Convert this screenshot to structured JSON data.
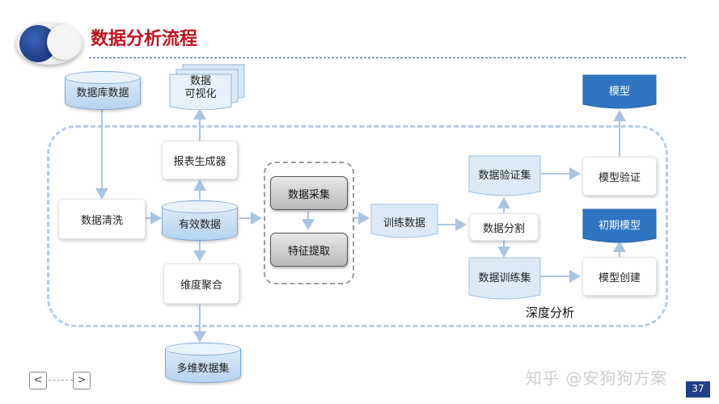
{
  "title": "数据分析流程",
  "nodes": {
    "database_data": "数据库数据",
    "visualization": [
      "数据",
      "可视化"
    ],
    "report_generator": "报表生成器",
    "data_cleaning": "数据清洗",
    "valid_data": "有效数据",
    "dimension_aggregation": "维度聚合",
    "multidim_dataset": "多维数据集",
    "data_collection": "数据采集",
    "feature_extraction": "特征提取",
    "training_data": "训练数据",
    "validation_set": "数据验证集",
    "data_split": "数据分割",
    "training_set": "数据训练集",
    "model": "模型",
    "model_validation": "模型验证",
    "initial_model": "初期模型",
    "model_creation": "模型创建"
  },
  "section_label": "深度分析",
  "nav": {
    "prev": "<",
    "next": ">"
  },
  "watermark": "知乎 @安狗狗方案",
  "page_number": "37",
  "colors": {
    "title": "#c0121e",
    "arrow": "#a9c4e2",
    "doc_fill": "#2f74c0"
  }
}
